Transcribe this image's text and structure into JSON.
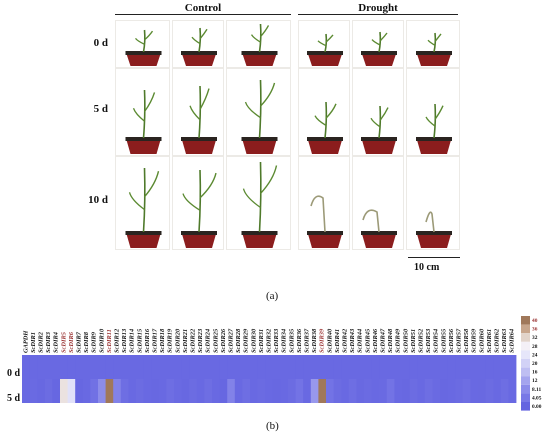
{
  "panel_a": {
    "label": "(a)",
    "groups": [
      {
        "title": "Control",
        "key": "control"
      },
      {
        "title": "Drought",
        "key": "drought"
      }
    ],
    "rows": [
      {
        "label": "0 d"
      },
      {
        "label": "5 d"
      },
      {
        "label": "10 d"
      }
    ],
    "scale_bar": "10 cm"
  },
  "panel_b": {
    "label": "(b)",
    "rows": [
      "0 d",
      "5 d"
    ],
    "genes": [
      "GAPDH",
      "ScDIR1",
      "ScDIR2",
      "ScDIR3",
      "ScDIR4",
      "ScDIR5",
      "ScDIR6",
      "ScDIR7",
      "ScDIR8",
      "ScDIR9",
      "ScDIR10",
      "ScDIR11",
      "ScDIR12",
      "ScDIR13",
      "ScDIR14",
      "ScDIR15",
      "ScDIR16",
      "ScDIR17",
      "ScDIR18",
      "ScDIR19",
      "ScDIR20",
      "ScDIR21",
      "ScDIR22",
      "ScDIR23",
      "ScDIR24",
      "ScDIR25",
      "ScDIR26",
      "ScDIR27",
      "ScDIR28",
      "ScDIR29",
      "ScDIR30",
      "ScDIR31",
      "ScDIR32",
      "ScDIR33",
      "ScDIR34",
      "ScDIR35",
      "ScDIR36",
      "ScDIR37",
      "ScDIR38",
      "ScDIR39",
      "ScDIR40",
      "ScDIR41",
      "ScDIR42",
      "ScDIR43",
      "ScDIR44",
      "ScDIR45",
      "ScDIR46",
      "ScDIR47",
      "ScDIR48",
      "ScDIR49",
      "ScDIR50",
      "ScDIR51",
      "ScDIR52",
      "ScDIR53",
      "ScDIR54",
      "ScDIR55",
      "ScDIR56",
      "ScDIR57",
      "ScDIR58",
      "ScDIR59",
      "ScDIR60",
      "ScDIR61",
      "ScDIR62",
      "ScDIR63",
      "ScDIR64"
    ],
    "highlight_genes": [
      "ScDIR5",
      "ScDIR6",
      "ScDIR11",
      "ScDIR39"
    ],
    "highlight_color": "#9a3232",
    "legend_ticks": [
      "40",
      "36",
      "32",
      "28",
      "24",
      "20",
      "16",
      "12",
      "8.11",
      "4.05",
      "0.00"
    ],
    "legend_colors": [
      "#a0785a",
      "#c8a68c",
      "#e2d4ca",
      "#f4f0f6",
      "#e6e6fa",
      "#d2d2f6",
      "#bebef2",
      "#a4a4ee",
      "#8c8cea",
      "#7878e6",
      "#6464e0"
    ]
  },
  "chart_data": {
    "type": "heatmap",
    "x": [
      "GAPDH",
      "ScDIR1",
      "ScDIR2",
      "ScDIR3",
      "ScDIR4",
      "ScDIR5",
      "ScDIR6",
      "ScDIR7",
      "ScDIR8",
      "ScDIR9",
      "ScDIR10",
      "ScDIR11",
      "ScDIR12",
      "ScDIR13",
      "ScDIR14",
      "ScDIR15",
      "ScDIR16",
      "ScDIR17",
      "ScDIR18",
      "ScDIR19",
      "ScDIR20",
      "ScDIR21",
      "ScDIR22",
      "ScDIR23",
      "ScDIR24",
      "ScDIR25",
      "ScDIR26",
      "ScDIR27",
      "ScDIR28",
      "ScDIR29",
      "ScDIR30",
      "ScDIR31",
      "ScDIR32",
      "ScDIR33",
      "ScDIR34",
      "ScDIR35",
      "ScDIR36",
      "ScDIR37",
      "ScDIR38",
      "ScDIR39",
      "ScDIR40",
      "ScDIR41",
      "ScDIR42",
      "ScDIR43",
      "ScDIR44",
      "ScDIR45",
      "ScDIR46",
      "ScDIR47",
      "ScDIR48",
      "ScDIR49",
      "ScDIR50",
      "ScDIR51",
      "ScDIR52",
      "ScDIR53",
      "ScDIR54",
      "ScDIR55",
      "ScDIR56",
      "ScDIR57",
      "ScDIR58",
      "ScDIR59",
      "ScDIR60",
      "ScDIR61",
      "ScDIR62",
      "ScDIR63",
      "ScDIR64"
    ],
    "y": [
      "0 d",
      "5 d"
    ],
    "series": [
      {
        "values": [
          1,
          1,
          1,
          1,
          1,
          1,
          1,
          1,
          1,
          1,
          1,
          1,
          1,
          1,
          1,
          1,
          1,
          1,
          1,
          1,
          1,
          1,
          1,
          1,
          1,
          1,
          1,
          1,
          1,
          1,
          1,
          1,
          1,
          1,
          1,
          1,
          1,
          1,
          1,
          1,
          1,
          1,
          1,
          1,
          1,
          1,
          1,
          1,
          1,
          1,
          1,
          1,
          1,
          1,
          1,
          1,
          1,
          1,
          1,
          1,
          1,
          1,
          1,
          1,
          1
        ]
      },
      {
        "values": [
          1,
          1.2,
          0.8,
          1.5,
          0.6,
          30,
          23,
          0.5,
          1,
          2.5,
          8,
          40,
          6,
          2,
          1,
          1.5,
          1,
          0.8,
          1,
          2,
          1.2,
          0.7,
          1.5,
          1,
          2,
          1,
          0.5,
          6,
          1,
          2,
          1,
          1.4,
          1,
          0.8,
          1,
          1.6,
          3,
          1,
          10,
          40,
          3,
          1.5,
          1,
          2,
          0.9,
          1.4,
          1,
          1.2,
          3,
          1,
          0.8,
          1.5,
          1,
          2,
          1.1,
          0.7,
          1,
          1.3,
          2,
          1,
          0.9,
          1.5,
          1,
          2,
          1
        ]
      }
    ],
    "zlim": [
      0,
      40
    ]
  }
}
